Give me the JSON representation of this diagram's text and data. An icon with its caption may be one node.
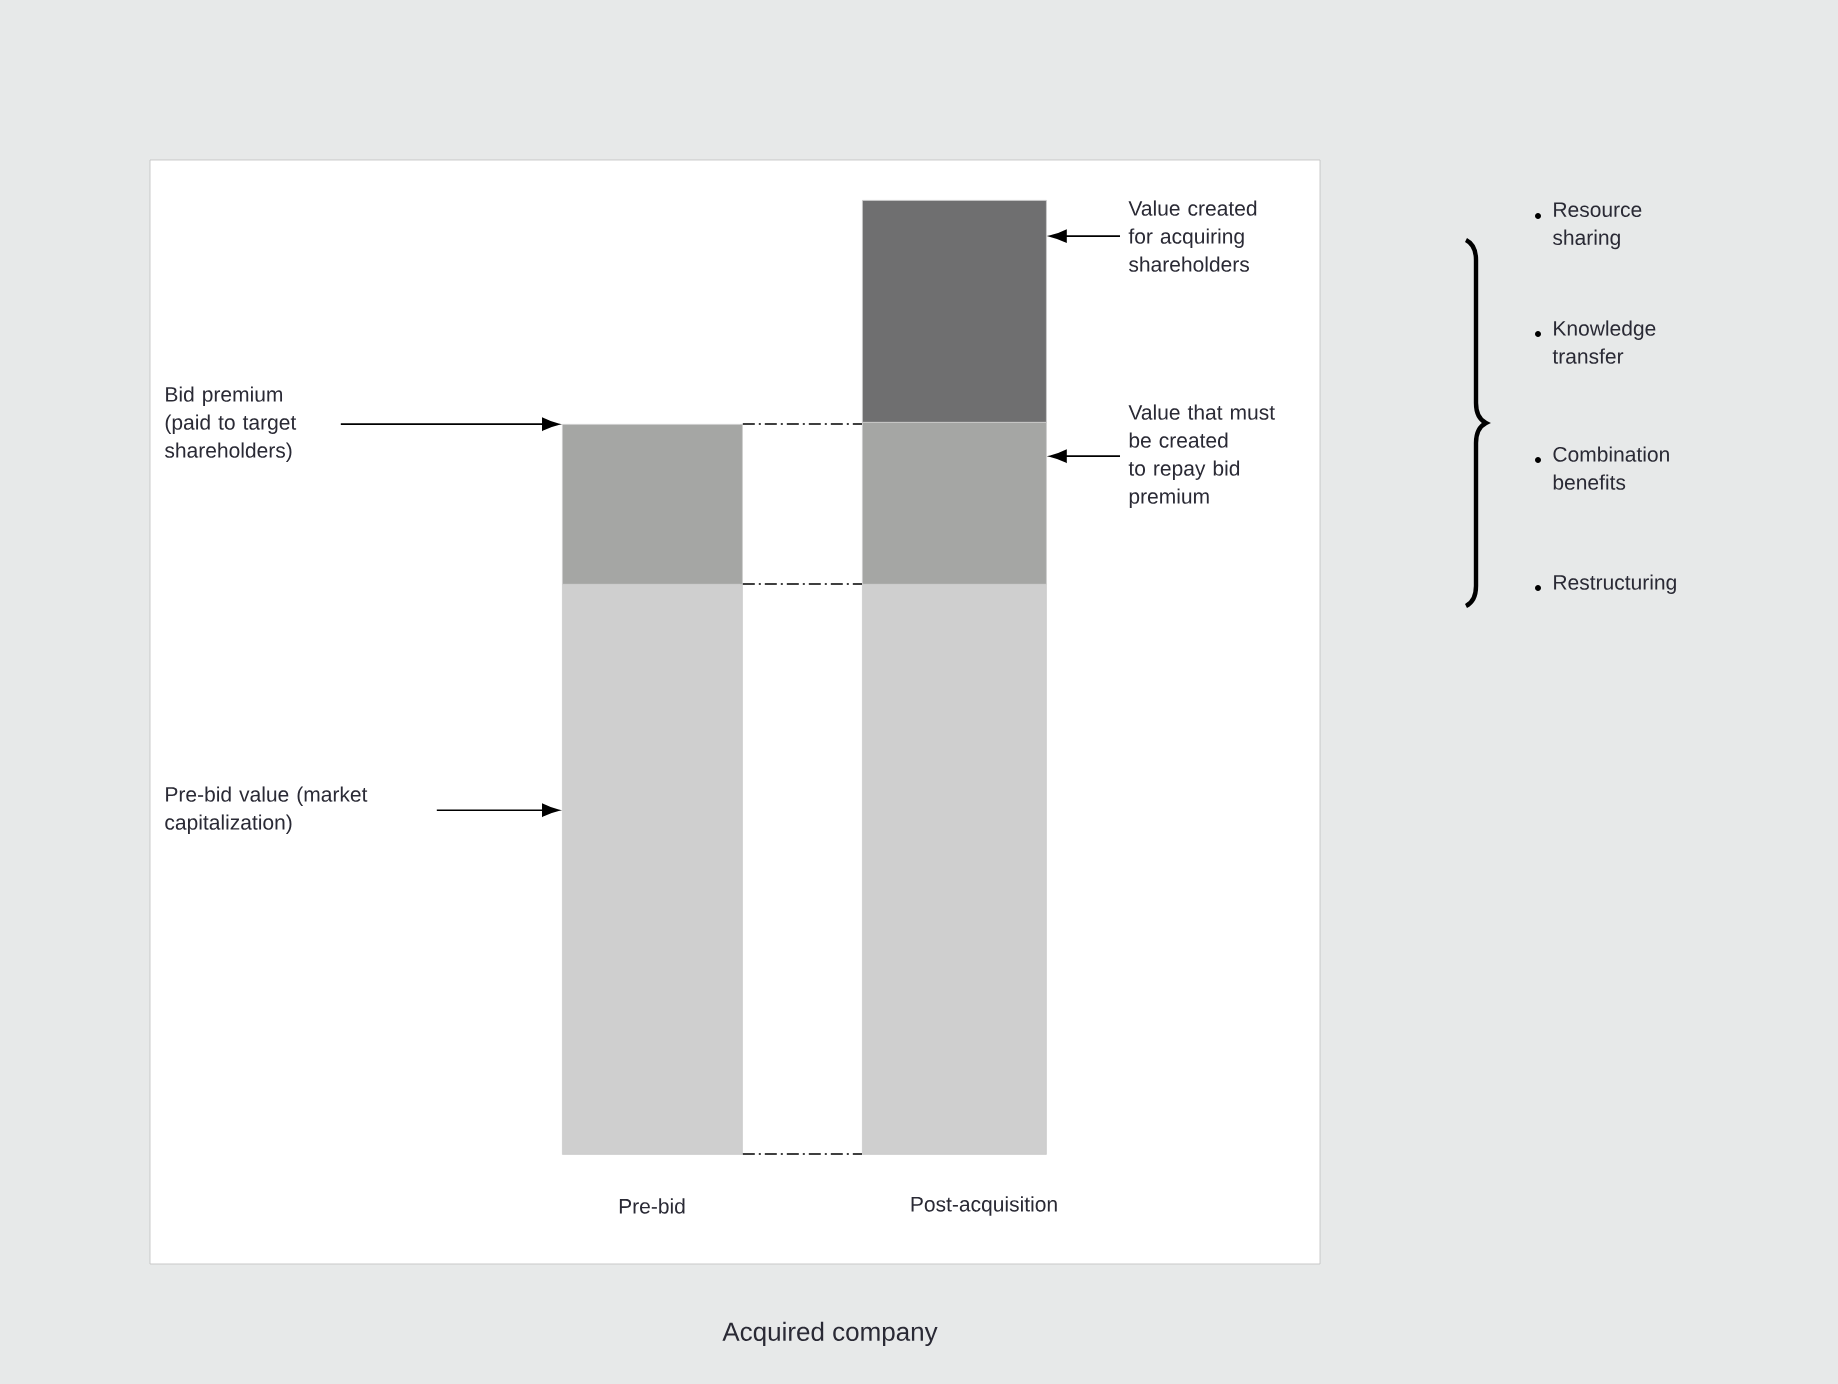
{
  "diagram": {
    "caption": "Acquired company",
    "nodes": [
      {
        "text": [
          "Bid premium (paid to target shareholders)"
        ]
      },
      {
        "text": [
          "Pre-bid value (market capitalization)"
        ]
      },
      {
        "text": [],
        "shape": "bar"
      },
      {
        "text": [],
        "shape": "bar"
      },
      {
        "text": [],
        "shape": "bar"
      },
      {
        "text": [],
        "shape": "bar"
      },
      {
        "text": [],
        "shape": "bar"
      },
      {
        "text": [
          "Value created for acquiring shareholders"
        ]
      },
      {
        "text": [
          "Value that must be created to repay bid premium"
        ]
      }
    ],
    "edges": [
      {
        "from": 0,
        "to": 2,
        "arrow": "to"
      },
      {
        "from": 1,
        "to": 3,
        "arrow": "to"
      },
      {
        "from": 7,
        "to": 4,
        "arrow": "to"
      },
      {
        "from": 8,
        "to": 5,
        "arrow": "to"
      },
      {
        "from": 2,
        "to": 5,
        "arrow": "none",
        "style": "dashed"
      },
      {
        "from": 2,
        "to": 5,
        "arrow": "none",
        "style": "dashed"
      },
      {
        "from": 3,
        "to": 6,
        "arrow": "none",
        "style": "dashed"
      }
    ],
    "labels": [
      "Pre-bid",
      "Post-acquisition",
      "Resource sharing",
      "Knowledge transfer",
      "Combination benefits",
      "Restructuring"
    ]
  }
}
